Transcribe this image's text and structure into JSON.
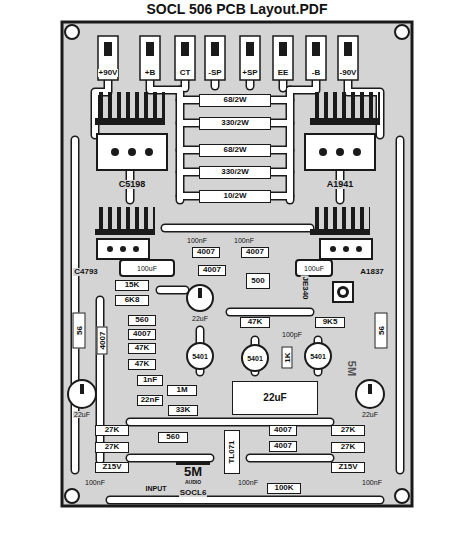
{
  "diagram": {
    "title": "SOCL 506 PCB Layout.PDF",
    "nodes": [
      {
        "text": [
          "68/2W"
        ]
      },
      {
        "text": [
          "330/2W"
        ]
      },
      {
        "text": [
          "68/2W"
        ]
      },
      {
        "text": [
          "330/2W"
        ]
      },
      {
        "text": [
          "10/2W"
        ]
      },
      {
        "text": [
          "15K"
        ]
      },
      {
        "text": [
          "6K8"
        ]
      },
      {
        "text": [
          "560"
        ]
      },
      {
        "text": [
          "47K"
        ]
      },
      {
        "text": [
          "9K5"
        ]
      },
      {
        "text": [
          "56"
        ]
      },
      {
        "text": [
          "56"
        ]
      },
      {
        "text": [
          "4007"
        ]
      },
      {
        "text": [
          "4007"
        ]
      },
      {
        "text": [
          "47K"
        ]
      },
      {
        "text": [
          "47K"
        ]
      },
      {
        "text": [
          "1K"
        ]
      },
      {
        "text": [
          "1M"
        ]
      },
      {
        "text": [
          "33K"
        ]
      },
      {
        "text": [
          "22uF"
        ]
      },
      {
        "text": [
          "27K"
        ]
      },
      {
        "text": [
          "27K"
        ]
      },
      {
        "text": [
          "27K"
        ]
      },
      {
        "text": [
          "27K"
        ]
      },
      {
        "text": [
          "560"
        ]
      },
      {
        "text": [
          "TL071"
        ]
      },
      {
        "text": [
          "4007"
        ]
      },
      {
        "text": [
          "4007"
        ]
      },
      {
        "text": [
          "Z15V"
        ]
      },
      {
        "text": [
          "Z15V"
        ]
      },
      {
        "text": [
          "100K"
        ]
      },
      {
        "text": [
          "4007"
        ]
      },
      {
        "text": [
          "4007"
        ]
      },
      {
        "text": [
          "4007"
        ]
      },
      {
        "text": [
          "500"
        ]
      },
      {
        "text": [
          "1nF"
        ]
      },
      {
        "text": [
          "22nF"
        ]
      }
    ],
    "labels": [
      "+90V",
      "+B",
      "CT",
      "-SP",
      "+SP",
      "EE",
      "-B",
      "-90V",
      "C5198",
      "A1941",
      "C4793",
      "A1837",
      "100nF",
      "100nF",
      "100uF",
      "100uF",
      "JE340",
      "100pF",
      "22uF",
      "5401",
      "5401",
      "5401",
      "5M",
      "22uF",
      "22uF",
      "100nF",
      "INPUT",
      "5M",
      "AUDIO",
      "SOCL6",
      "100nF",
      "100nF"
    ]
  }
}
